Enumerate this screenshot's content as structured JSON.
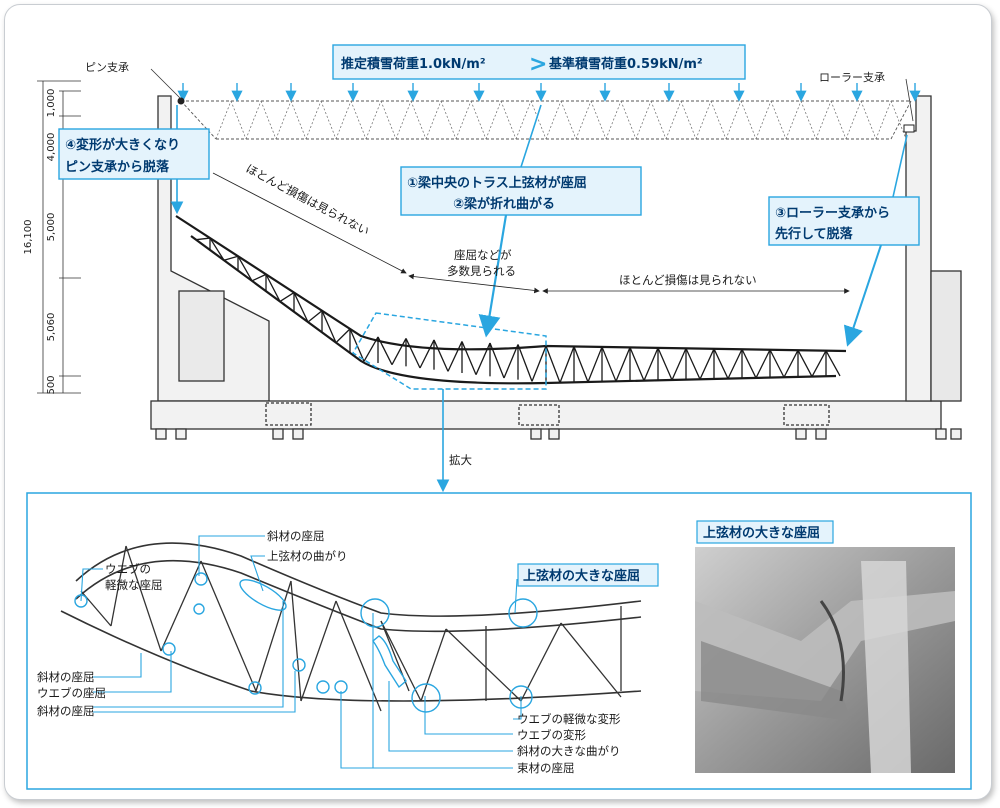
{
  "header": {
    "snow_estimated": "推定積雪荷重1.0kN/m²",
    "compare_symbol": ">",
    "snow_standard": "基準積雪荷重0.59kN/m²"
  },
  "supports": {
    "pin": "ピン支承",
    "roller": "ローラー支承"
  },
  "dimensions": {
    "total": "16,100",
    "d1": "1,000",
    "d2": "4,000",
    "d3": "5,000",
    "d4": "5,060",
    "d5": "500"
  },
  "callouts": {
    "c4_line1": "④変形が大きくなり",
    "c4_line2": "ピン支承から脱落",
    "c1_line1": "①梁中央のトラス上弦材が座屈",
    "c1_line2": "②梁が折れ曲がる",
    "c3_line1": "③ローラー支承から",
    "c3_line2": "先行して脱落"
  },
  "annotations": {
    "little_damage_left": "ほとんど損傷は見られない",
    "buckling_many_line1": "座屈などが",
    "buckling_many_line2": "多数見られる",
    "little_damage_right": "ほとんど損傷は見られない",
    "enlarge": "拡大"
  },
  "detail_labels": {
    "diag_buckling_top": "斜材の座屈",
    "top_chord_bend": "上弦材の曲がり",
    "web_slight_line1": "ウエブの",
    "web_slight_line2": "軽微な座屈",
    "diag_buckling_1": "斜材の座屈",
    "web_buckling": "ウエブの座屈",
    "diag_buckling_2": "斜材の座屈",
    "top_chord_large": "上弦材の大きな座屈",
    "web_slight_deform": "ウエブの軽微な変形",
    "web_deform": "ウエブの変形",
    "diag_large_bend": "斜材の大きな曲がり",
    "strut_buckling": "束材の座屈"
  },
  "photo": {
    "caption": "上弦材の大きな座屈"
  },
  "colors": {
    "accent": "#2aa6e0",
    "callout_fill": "#e4f3fc",
    "callout_text": "#003a70",
    "structure": "#222222",
    "concrete": "#f2f2f2"
  }
}
